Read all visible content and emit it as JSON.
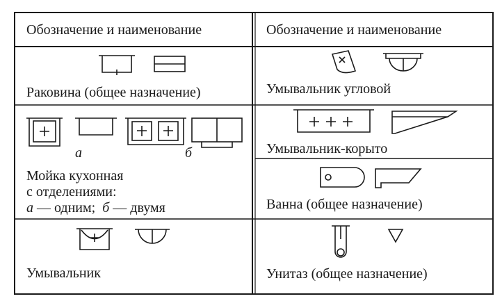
{
  "table": {
    "header_left": "Обозначение и наименование",
    "header_right": "Обозначение и наименование",
    "left": [
      {
        "name": "Раковина (общее назначение)"
      },
      {
        "line1": "Мойка кухонная",
        "line2": "с отделениями:",
        "line3_a": "а",
        "line3_a_text": "— одним;",
        "line3_b": "б",
        "line3_b_text": "— двумя",
        "variant_a": "а",
        "variant_b": "б"
      },
      {
        "name": "Умывальник"
      }
    ],
    "right": [
      {
        "name": "Умывальник угловой"
      },
      {
        "name": "Умывальник-корыто"
      },
      {
        "name": "Ванна (общее назначение)"
      },
      {
        "name": "Унитаз (общее назначение)"
      }
    ]
  }
}
